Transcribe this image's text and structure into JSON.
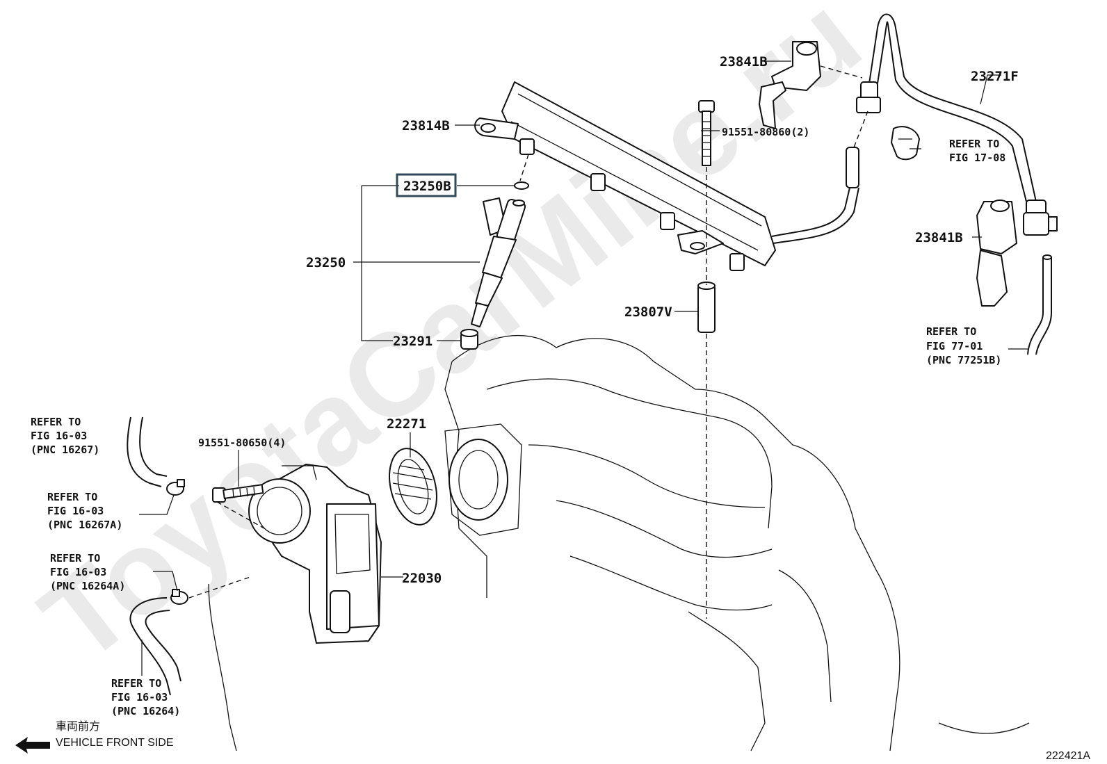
{
  "watermark": "ToyotaCarMine.ru",
  "diagram_id": "222421A",
  "direction": {
    "japanese": "車両前方",
    "english": "VEHICLE FRONT SIDE"
  },
  "highlight_color": "#2f4a5a",
  "parts": {
    "p23841B_top": "23841B",
    "p23271F": "23271F",
    "p23814B": "23814B",
    "p91551_80860": "91551-80860(2)",
    "p23250B": "23250B",
    "p23250": "23250",
    "p23291": "23291",
    "p23807V": "23807V",
    "p23841B_side": "23841B",
    "p22271": "22271",
    "p91551_80650": "91551-80650(4)",
    "p22030": "22030"
  },
  "references": {
    "fig1708": {
      "line1": "REFER TO",
      "line2": "FIG 17-08"
    },
    "fig7701": {
      "line1": "REFER TO",
      "line2": "FIG 77-01",
      "line3": "(PNC 77251B)"
    },
    "fig1603_16267": {
      "line1": "REFER TO",
      "line2": "FIG 16-03",
      "line3": "(PNC 16267)"
    },
    "fig1603_16267A": {
      "line1": "REFER TO",
      "line2": "FIG 16-03",
      "line3": "(PNC 16267A)"
    },
    "fig1603_16264A": {
      "line1": "REFER TO",
      "line2": "FIG 16-03",
      "line3": "(PNC 16264A)"
    },
    "fig1603_16264": {
      "line1": "REFER TO",
      "line2": "FIG 16-03",
      "line3": "(PNC 16264)"
    }
  }
}
